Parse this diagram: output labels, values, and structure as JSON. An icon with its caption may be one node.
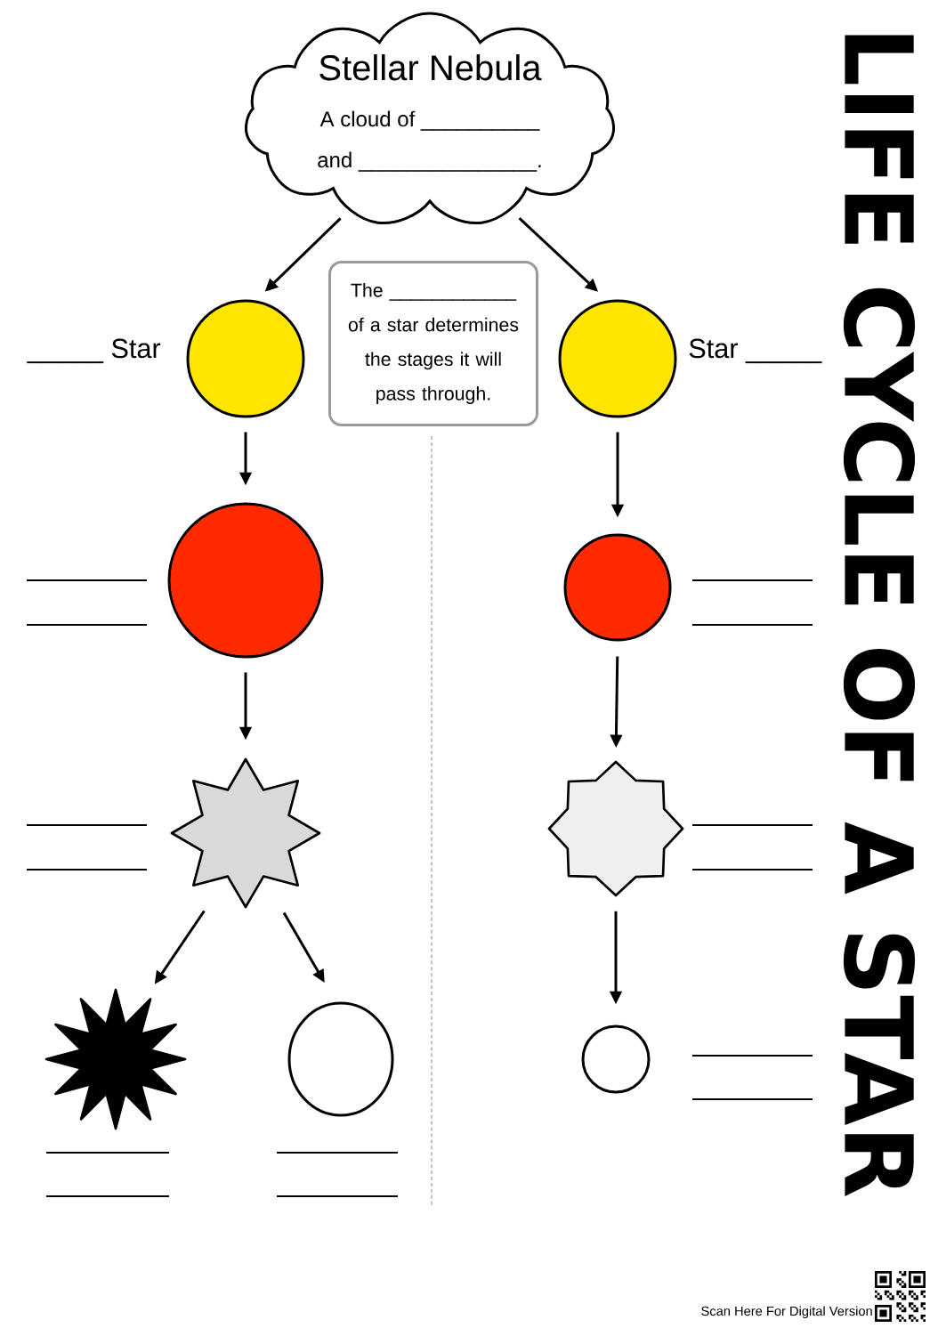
{
  "diagram": {
    "title": "LIFE CYCLE OF A STAR",
    "nodes": [
      {
        "text": [
          "Stellar Nebula",
          "A cloud of __________ and _______________."
        ]
      },
      {
        "text": [],
        "shape": "circle",
        "beside": [
          "_____ Star"
        ]
      },
      {
        "text": [
          "The ____________ of a star determines the stages it will pass through."
        ]
      },
      {
        "text": [],
        "shape": "circle",
        "beside": [
          "Star _____"
        ]
      },
      {
        "text": [],
        "shape": "circle"
      },
      {
        "text": [],
        "shape": "circle"
      },
      {
        "text": [],
        "shape": "star"
      },
      {
        "text": [],
        "shape": "star"
      },
      {
        "text": [],
        "shape": "star"
      },
      {
        "text": [],
        "shape": "circle"
      },
      {
        "text": [],
        "shape": "circle"
      }
    ],
    "edges": [
      {
        "from": 0,
        "to": 1,
        "arrow": "to"
      },
      {
        "from": 0,
        "to": 3,
        "arrow": "to"
      },
      {
        "from": 1,
        "to": 4,
        "arrow": "to"
      },
      {
        "from": 3,
        "to": 5,
        "arrow": "to"
      },
      {
        "from": 4,
        "to": 6,
        "arrow": "to"
      },
      {
        "from": 5,
        "to": 7,
        "arrow": "to"
      },
      {
        "from": 6,
        "to": 8,
        "arrow": "to"
      },
      {
        "from": 6,
        "to": 9,
        "arrow": "to"
      },
      {
        "from": 7,
        "to": 10,
        "arrow": "to"
      }
    ],
    "labels": [
      "Scan Here For Digital Version"
    ]
  }
}
